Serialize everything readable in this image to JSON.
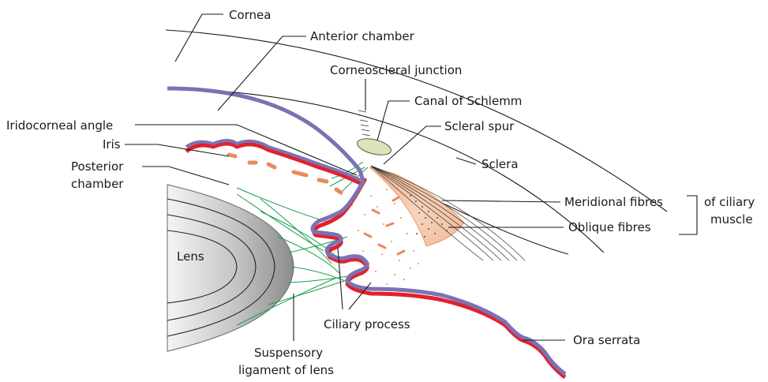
{
  "diagram": {
    "labels": {
      "cornea": "Cornea",
      "anterior_chamber": "Anterior chamber",
      "corneoscleral_junction": "Corneoscleral junction",
      "canal_of_schlemm": "Canal of Schlemm",
      "iridocorneal_angle": "Iridocorneal angle",
      "scleral_spur": "Scleral spur",
      "iris": "Iris",
      "sclera": "Sclera",
      "posterior_chamber_line1": "Posterior",
      "posterior_chamber_line2": "chamber",
      "meridional_fibres": "Meridional fibres",
      "oblique_fibres": "Oblique  fibres",
      "ciliary_muscle_line1": "of ciliary",
      "ciliary_muscle_line2": "muscle",
      "lens": "Lens",
      "ciliary_process": "Ciliary process",
      "ora_serrata": "Ora serrata",
      "suspensory_line1": "Suspensory",
      "suspensory_line2": "ligament of lens"
    },
    "colors": {
      "lining_purple": "#7b72b5",
      "pigment_red": "#e3202b",
      "muscle_orange": "#e98a5b",
      "muscle_fill": "#f5c9ad",
      "ligament_green": "#19a04b",
      "canal_fill": "#dde3b9",
      "lens_grey": "#9c9c9c"
    }
  }
}
